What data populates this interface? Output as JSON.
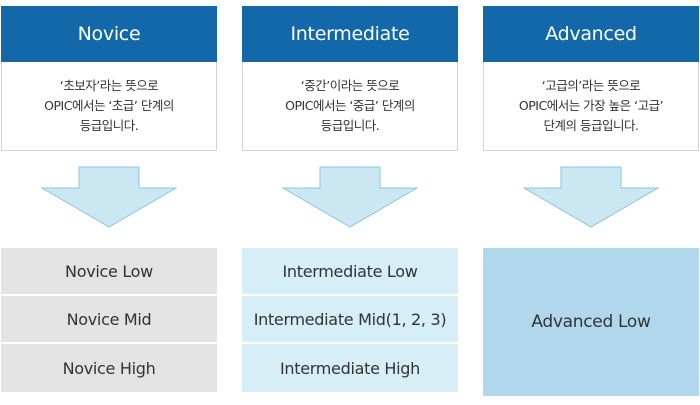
{
  "columns": [
    {
      "title": "Novice",
      "desc_lines": [
        "‘초보자’라는 뜻으로",
        "OPIC에서는 ‘초급’ 단계의",
        "등급입니다."
      ],
      "levels": [
        "Novice Low",
        "Novice Mid",
        "Novice High"
      ]
    },
    {
      "title": "Intermediate",
      "desc_lines": [
        "‘중간’이라는 뜻으로",
        "OPIC에서는 ‘중급’ 단계의",
        "등급입니다."
      ],
      "levels": [
        "Intermediate Low",
        "Intermediate Mid(1, 2, 3)",
        "Intermediate High"
      ]
    },
    {
      "title": "Advanced",
      "desc_lines": [
        "‘고급의’라는 뜻으로",
        "OPIC에서는 가장 높은 ‘고급’",
        "단계의 등급입니다."
      ],
      "levels": [
        "Advanced Low"
      ]
    }
  ],
  "colors": {
    "header_bg": "#1268a9",
    "arrow_fill": "#cbe8f2",
    "arrow_stroke": "#8cc6de",
    "novice_levels_bg": "#e3e3e3",
    "intermediate_levels_bg": "#d6eef5",
    "advanced_levels_bg": "#b0d7ec"
  }
}
